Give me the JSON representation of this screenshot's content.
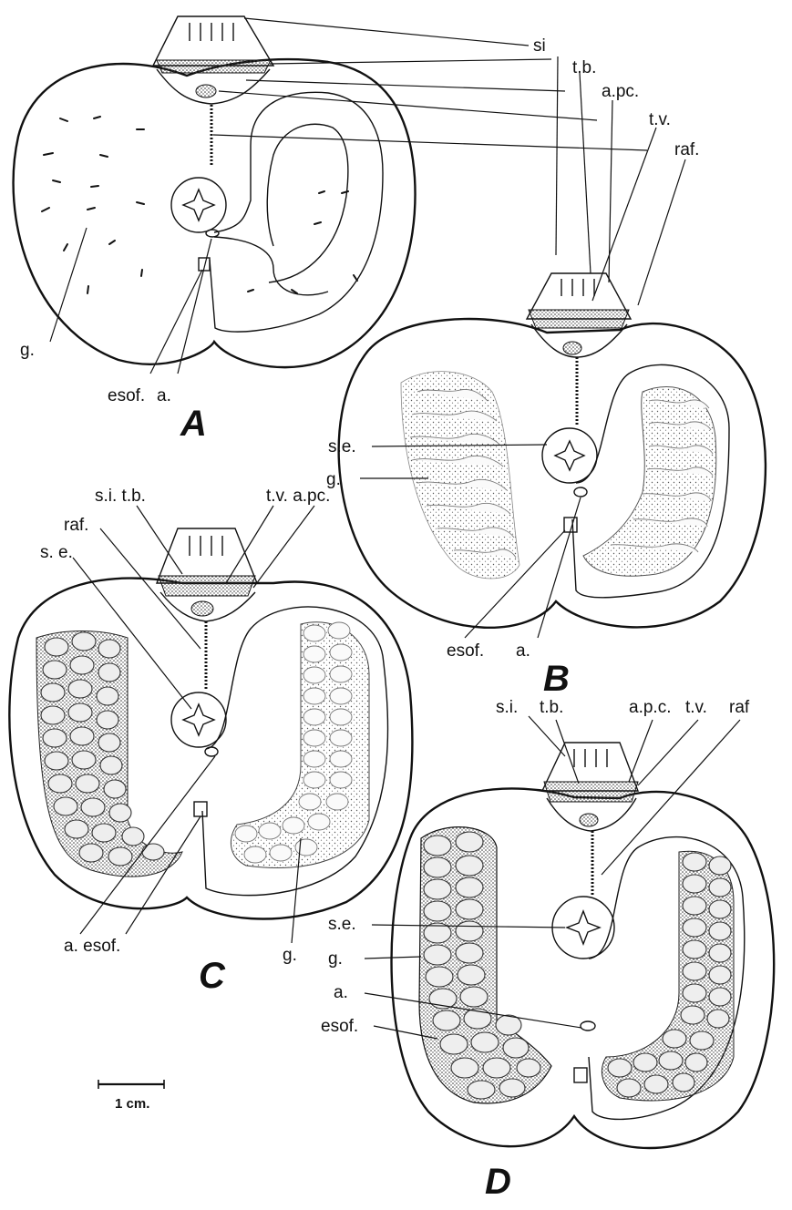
{
  "figure": {
    "panels": [
      {
        "id": "A",
        "letter": "A",
        "labels": {
          "si": "si",
          "tb": "t.b.",
          "apc": "a.pc.",
          "tv": "t.v.",
          "raf": "raf.",
          "g": "g.",
          "esof": "esof.",
          "a": "a."
        }
      },
      {
        "id": "B",
        "letter": "B",
        "labels": {
          "se": "s.e.",
          "g": "g.",
          "esof": "esof.",
          "a": "a."
        }
      },
      {
        "id": "C",
        "letter": "C",
        "labels": {
          "si_tb": "s.i. t.b.",
          "tv_apc": "t.v. a.pc.",
          "raf": "raf.",
          "se": "s. e.",
          "a_esof": "a. esof.",
          "g": "g."
        }
      },
      {
        "id": "D",
        "letter": "D",
        "labels": {
          "si": "s.i.",
          "tb": "t.b.",
          "apc": "a.p.c.",
          "tv": "t.v.",
          "raf": "raf",
          "se": "s.e.",
          "g": "g.",
          "a": "a.",
          "esof": "esof."
        }
      }
    ],
    "scale_bar": {
      "label": "1 cm."
    }
  }
}
